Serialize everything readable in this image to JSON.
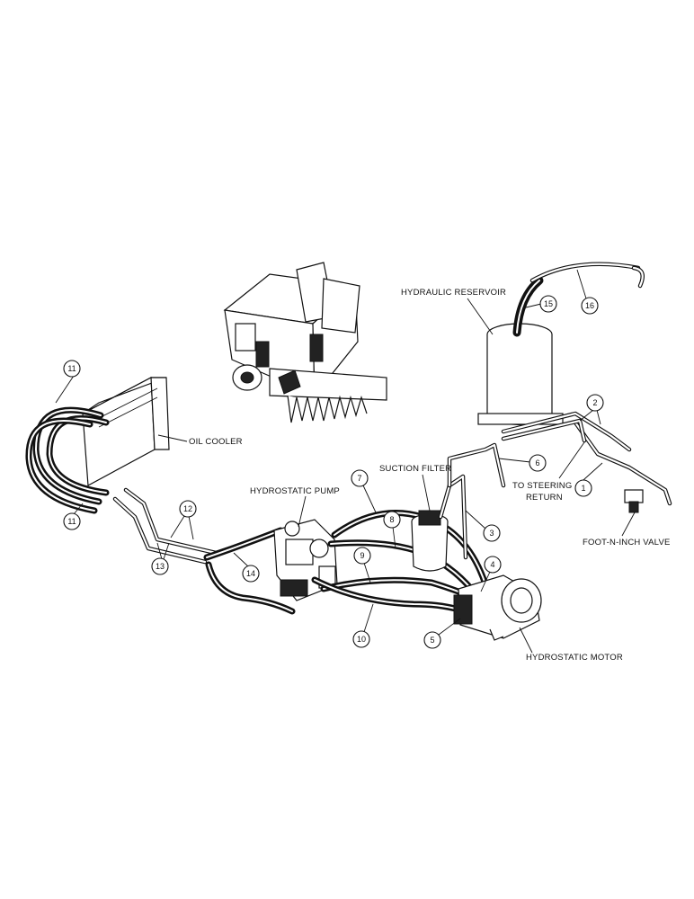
{
  "labels": {
    "hydraulic_reservoir": "HYDRAULIC RESERVOIR",
    "oil_cooler": "OIL COOLER",
    "hydrostatic_pump": "HYDROSTATIC PUMP",
    "suction_filter": "SUCTION FILTER",
    "to_steering_line1": "TO STEERING",
    "to_steering_line2": "RETURN",
    "foot_n_inch_valve": "FOOT-N-INCH VALVE",
    "hydrostatic_motor": "HYDROSTATIC MOTOR"
  },
  "callouts": {
    "c1": "1",
    "c2": "2",
    "c3": "3",
    "c4": "4",
    "c5": "5",
    "c6": "6",
    "c7": "7",
    "c8": "8",
    "c9": "9",
    "c10": "10",
    "c11a": "11",
    "c11b": "11",
    "c12": "12",
    "c13": "13",
    "c14": "14",
    "c15": "15",
    "c16": "16"
  }
}
